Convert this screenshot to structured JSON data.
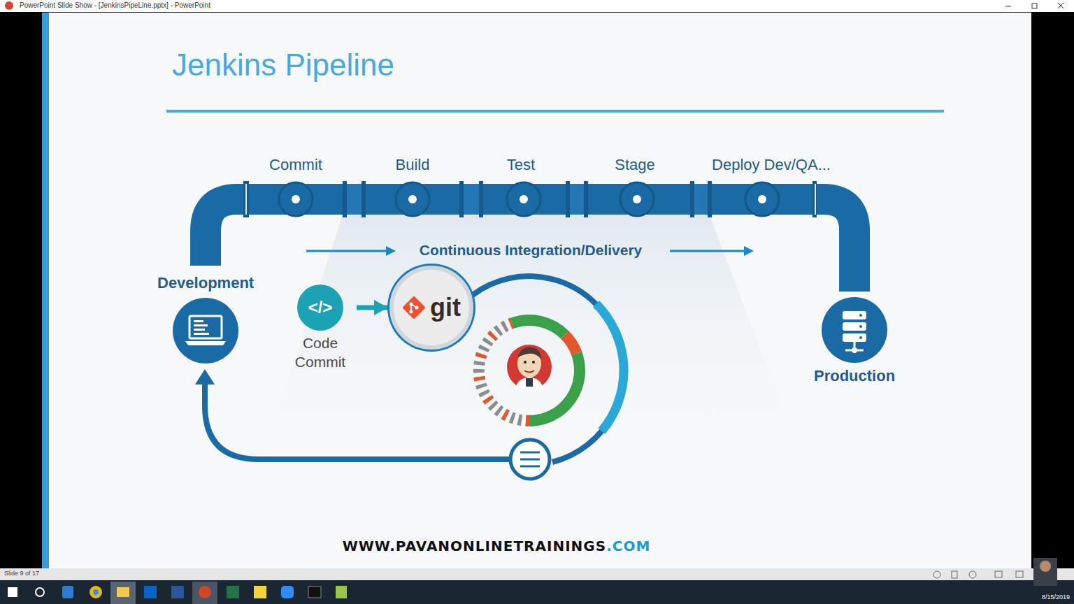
{
  "diagram": {
    "title": "Jenkins Pipeline",
    "nodes": [
      {
        "text": [
          "Development"
        ]
      },
      {
        "text": [
          "</>",
          "Code Commit"
        ]
      },
      {
        "text": [
          "git"
        ]
      },
      {
        "text": [
          "Production"
        ]
      }
    ],
    "edges": [
      {
        "from": 0,
        "to": 3,
        "arrow": "none"
      },
      {
        "from": 1,
        "to": 2,
        "arrow": "to"
      }
    ],
    "labels": [
      "PowerPoint Slide Show - [JenkinsPipeLine.pptx] - PowerPoint",
      "Commit",
      "Build",
      "Test",
      "Stage",
      "Deploy Dev/QA...",
      "Continuous Integration/Delivery",
      "WWW.PAVANONLINETRAININGS",
      ".COM",
      "Slide 9 of 17",
      "8/15/2019"
    ]
  }
}
